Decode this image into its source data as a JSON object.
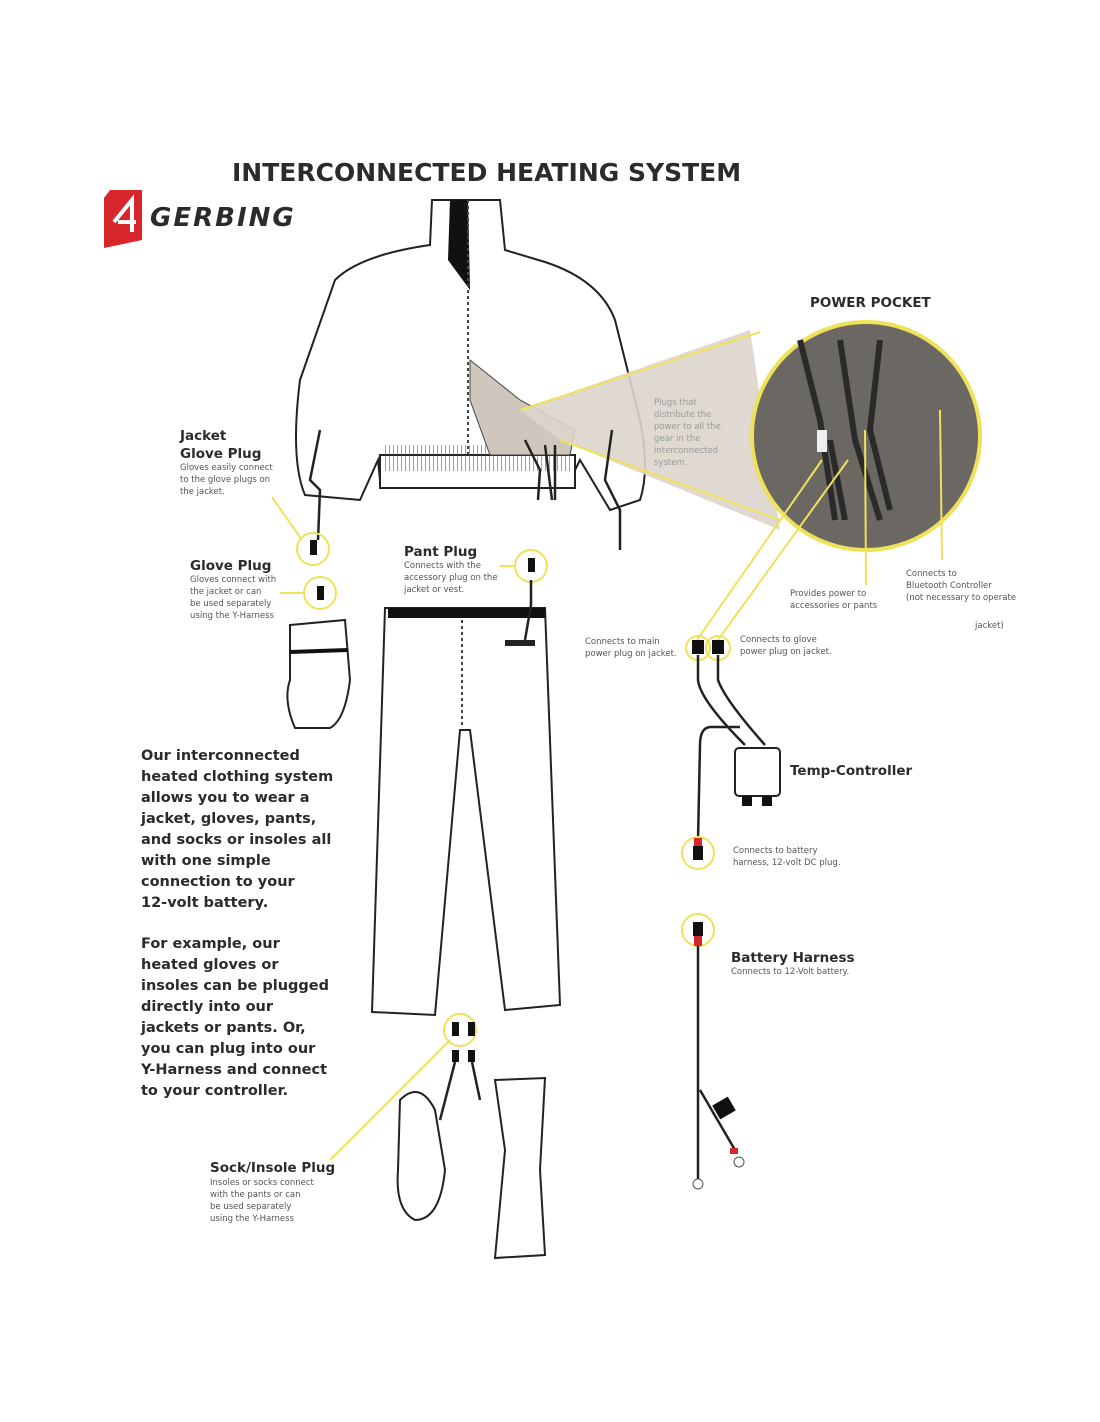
{
  "title": "INTERCONNECTED HEATING SYSTEM",
  "brand": "GERBING",
  "colors": {
    "accent_yellow": "#efe25a",
    "brand_red": "#d8262d",
    "pocket_tan": "#ddd5cc"
  },
  "power_pocket": {
    "label": "POWER POCKET",
    "plugs_note": [
      "Plugs that",
      "distribute the",
      "power to all the",
      "gear in the",
      "interconnected",
      "system."
    ],
    "provides_power": [
      "Provides power to",
      "accessories or pants"
    ],
    "bluetooth": [
      "Connects to",
      "Bluetooth Controller"
    ],
    "bluetooth_fine": [
      "(not necessary to operate",
      "jacket)"
    ]
  },
  "jacket_glove_plug": {
    "title": [
      "Jacket",
      "Glove Plug"
    ],
    "desc": [
      "Gloves easily connect",
      "to the glove plugs on",
      "the jacket."
    ]
  },
  "glove_plug": {
    "title": "Glove Plug",
    "desc": [
      "Gloves connect with",
      "the jacket or can",
      "be used separately",
      "using the Y-Harness"
    ]
  },
  "pant_plug": {
    "title": "Pant Plug",
    "desc": [
      "Connects with the",
      "accessory plug on the",
      "jacket or vest."
    ]
  },
  "y_harness": {
    "main": [
      "Connects to main",
      "power plug on jacket."
    ],
    "glove": [
      "Connects to glove",
      "power plug on jacket."
    ]
  },
  "temp_controller": {
    "title": "Temp-Controller",
    "desc": [
      "Connects to battery",
      "harness, 12-volt DC plug."
    ]
  },
  "battery_harness": {
    "title": "Battery Harness",
    "desc": "Connects to 12-Volt battery."
  },
  "sock_plug": {
    "title": "Sock/Insole Plug",
    "desc": [
      "Insoles or socks connect",
      "with the pants or can",
      "be used separately",
      "using the Y-Harness"
    ]
  },
  "body_text": {
    "para1": [
      "Our interconnected",
      "heated clothing system",
      "allows you to wear a",
      "jacket, gloves, pants,",
      "and socks or insoles all",
      "with one simple",
      "connection to your",
      "12-volt battery."
    ],
    "para2": [
      "For example, our",
      "heated gloves or",
      "insoles can be plugged",
      "directly into our",
      "jackets or pants. Or,",
      "you can plug into our",
      "Y-Harness and connect",
      "to your controller."
    ]
  }
}
